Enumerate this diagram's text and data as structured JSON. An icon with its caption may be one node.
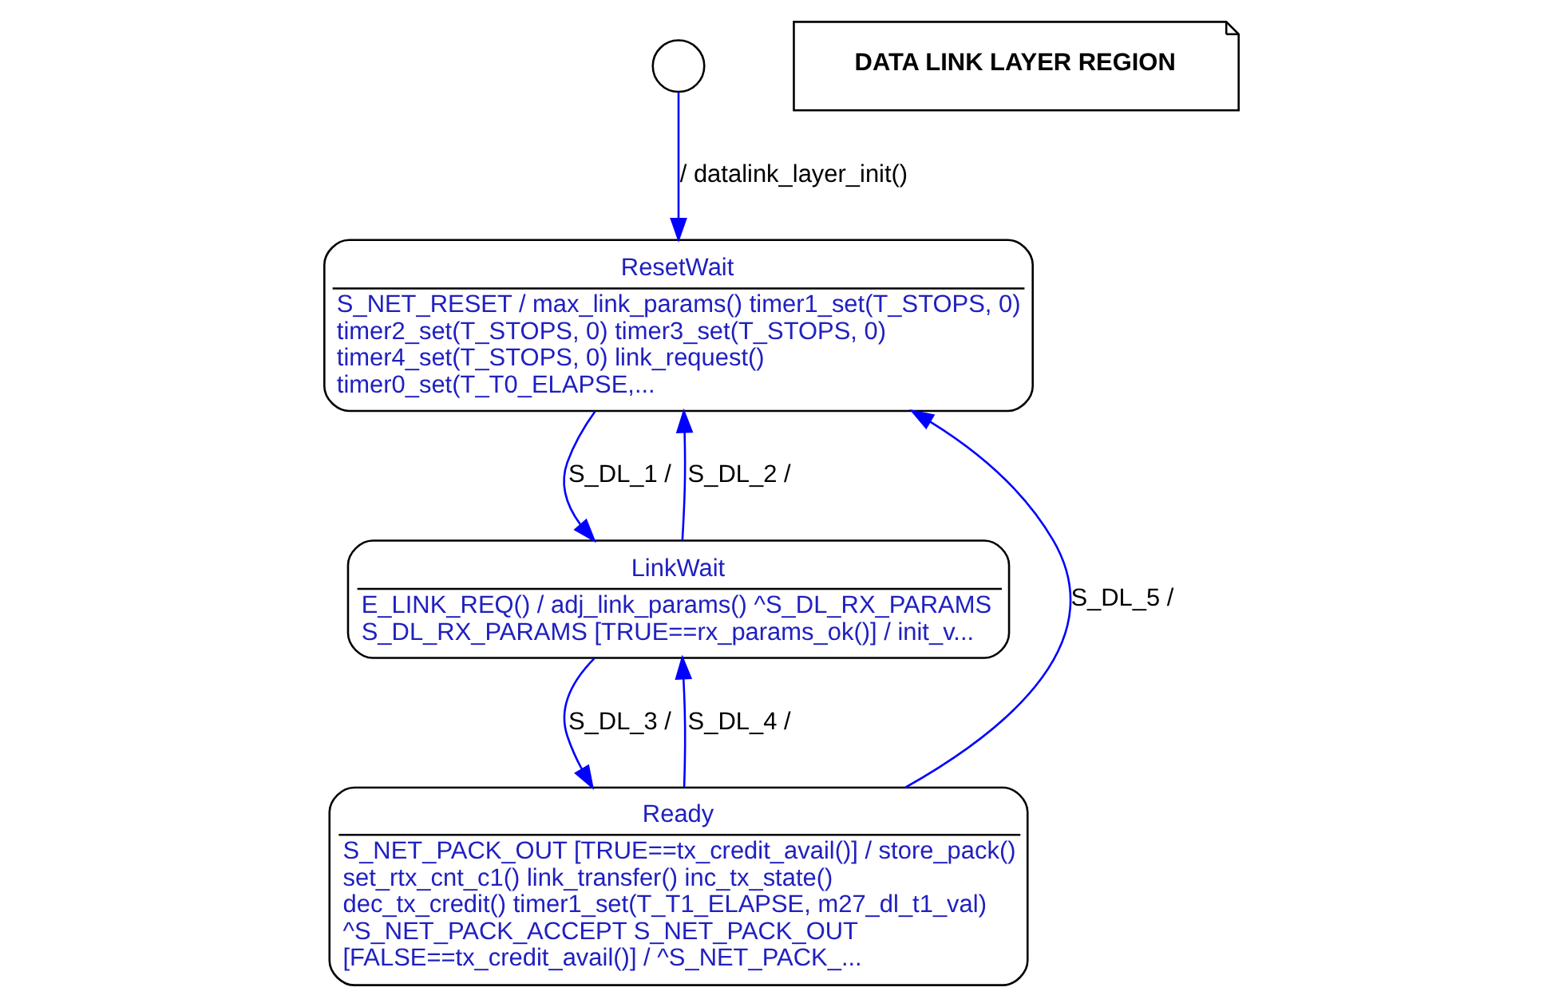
{
  "diagram": {
    "nodes": [
      {
        "text": [],
        "shape": "circle"
      },
      {
        "text": [
          "ResetWait",
          "S_NET_RESET / max_link_params() timer1_set(T_STOPS, 0) timer2_set(T_STOPS, 0) timer3_set(T_STOPS, 0) timer4_set(T_STOPS, 0) link_request() timer0_set(T_T0_ELAPSE,..."
        ]
      },
      {
        "text": [
          "LinkWait",
          "E_LINK_REQ() / adj_link_params() ^S_DL_RX_PARAMS S_DL_RX_PARAMS [TRUE==rx_params_ok()] / init_v..."
        ]
      },
      {
        "text": [
          "Ready",
          "S_NET_PACK_OUT [TRUE==tx_credit_avail()] / store_pack() set_rtx_cnt_c1() link_transfer() inc_tx_state() dec_tx_credit() timer1_set(T_T1_ELAPSE, m27_dl_t1_val) ^S_NET_PACK_ACCEPT S_NET_PACK_OUT [FALSE==tx_credit_avail()] / ^S_NET_PACK_..."
        ]
      },
      {
        "text": [
          "DATA LINK LAYER REGION"
        ]
      }
    ],
    "edges": [
      {
        "from": 0,
        "to": 1,
        "arrow": "to",
        "label": "/ datalink_layer_init()"
      },
      {
        "from": 1,
        "to": 2,
        "arrow": "to",
        "label": "S_DL_1 /"
      },
      {
        "from": 2,
        "to": 1,
        "arrow": "to",
        "label": "S_DL_2 /"
      },
      {
        "from": 2,
        "to": 3,
        "arrow": "to",
        "label": "S_DL_3 /"
      },
      {
        "from": 3,
        "to": 2,
        "arrow": "to",
        "label": "S_DL_4 /"
      },
      {
        "from": 3,
        "to": 1,
        "arrow": "to",
        "label": "S_DL_5 /"
      }
    ]
  }
}
